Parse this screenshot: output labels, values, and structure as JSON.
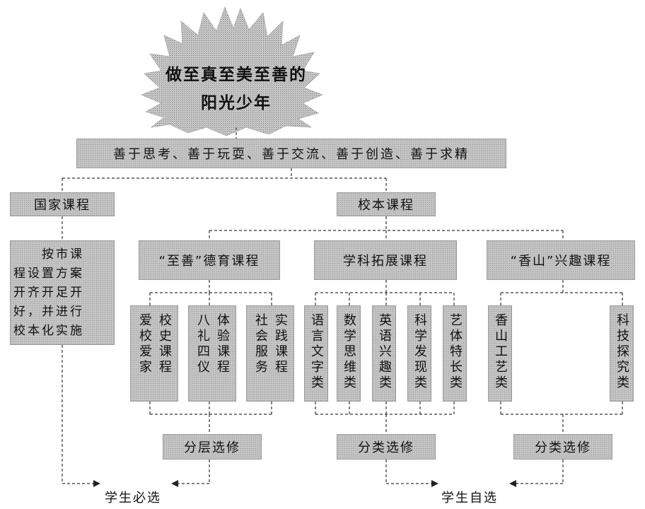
{
  "sun": {
    "line1": "做至真至美至善的",
    "line2": "阳光少年"
  },
  "traits": "善于思考、善于玩耍、善于交流、善于创造、善于求精",
  "national": {
    "title": "国家课程",
    "desc_lines": [
      "　　按市课",
      "程设置方案",
      "开齐开足开",
      "好，并进行",
      "校本化实施"
    ]
  },
  "school": {
    "title": "校本课程",
    "moral": {
      "title": "“至善”德育课程",
      "items": [
        {
          "col1": "爱校爱家",
          "col2": "校史课程"
        },
        {
          "col1": "八礼四仪",
          "col2": "体验课程"
        },
        {
          "col1": "社会服务",
          "col2": "实践课程"
        }
      ],
      "select": "分层选修"
    },
    "subject": {
      "title": "学科拓展课程",
      "items": [
        "语言文字类",
        "数学思维类",
        "英语兴趣类",
        "科学发现类",
        "艺体特长类"
      ],
      "select": "分类选修"
    },
    "interest": {
      "title": "“香山”兴趣课程",
      "items": [
        "香山工艺类",
        "科技探究类"
      ],
      "select": "分类选修"
    }
  },
  "bottom": {
    "required": "学生必选",
    "elective": "学生自选"
  }
}
